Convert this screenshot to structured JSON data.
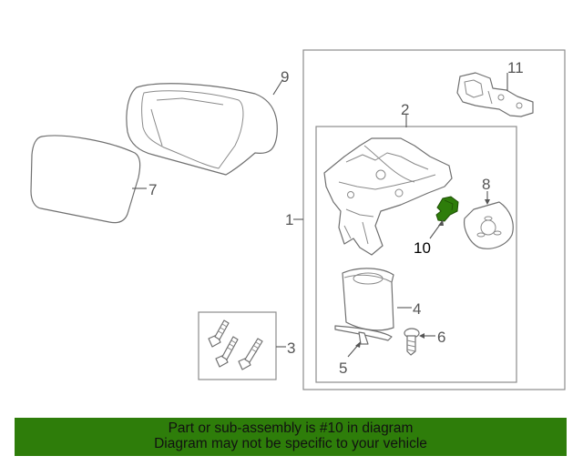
{
  "diagram": {
    "callouts": {
      "c1": "1",
      "c2": "2",
      "c3": "3",
      "c4": "4",
      "c5": "5",
      "c6": "6",
      "c7": "7",
      "c8": "8",
      "c9": "9",
      "c10": "10",
      "c11": "11"
    },
    "highlighted_part": "10",
    "highlight_color": "#2e7d0a"
  },
  "banner": {
    "line1": "Part or sub-assembly is #10 in diagram",
    "line2": "Diagram may not be specific to your vehicle",
    "background": "#2e7d0a"
  }
}
